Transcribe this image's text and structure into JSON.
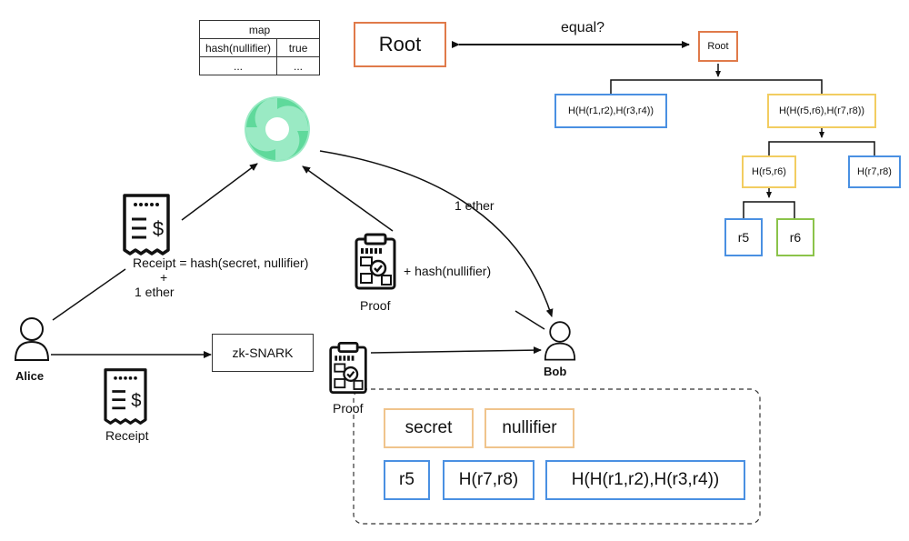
{
  "map_table": {
    "header": "map",
    "rows": [
      [
        "hash(nullifier)",
        "true"
      ],
      [
        "...",
        "..."
      ]
    ]
  },
  "root_box": "Root",
  "equal_label": "equal?",
  "merkle_tree": {
    "root": "Root",
    "left_child": "H(H(r1,r2),H(r3,r4))",
    "right_child": "H(H(r5,r6),H(r7,r8))",
    "right_left": "H(r5,r6)",
    "right_right": "H(r7,r8)",
    "leaf_r5": "r5",
    "leaf_r6": "r6"
  },
  "flow": {
    "receipt_text": "Receipt = hash(secret, nullifier)",
    "plus_sign": "+",
    "one_ether_deposit": "1 ether",
    "one_ether_withdraw": "1 ether",
    "proof_plus": "+ hash(nullifier)",
    "proof_label_upper": "Proof",
    "alice": "Alice",
    "bob": "Bob",
    "zk_snark": "zk-SNARK",
    "receipt_label": "Receipt",
    "proof_label_lower": "Proof"
  },
  "private_inputs": {
    "secret": "secret",
    "nullifier": "nullifier",
    "r5": "r5",
    "h_r7_r8": "H(r7,r8)",
    "h_big": "H(H(r1,r2),H(r3,r4))"
  },
  "colors": {
    "orange": "#e07a4a",
    "yellow": "#f2cd61",
    "blue": "#4a90e2",
    "green": "#8bc34a",
    "peach": "#f0c48c",
    "tornado": "#7de3b0"
  },
  "icons": [
    "receipt-icon",
    "clipboard-check-icon",
    "user-icon",
    "tornado-logo"
  ]
}
